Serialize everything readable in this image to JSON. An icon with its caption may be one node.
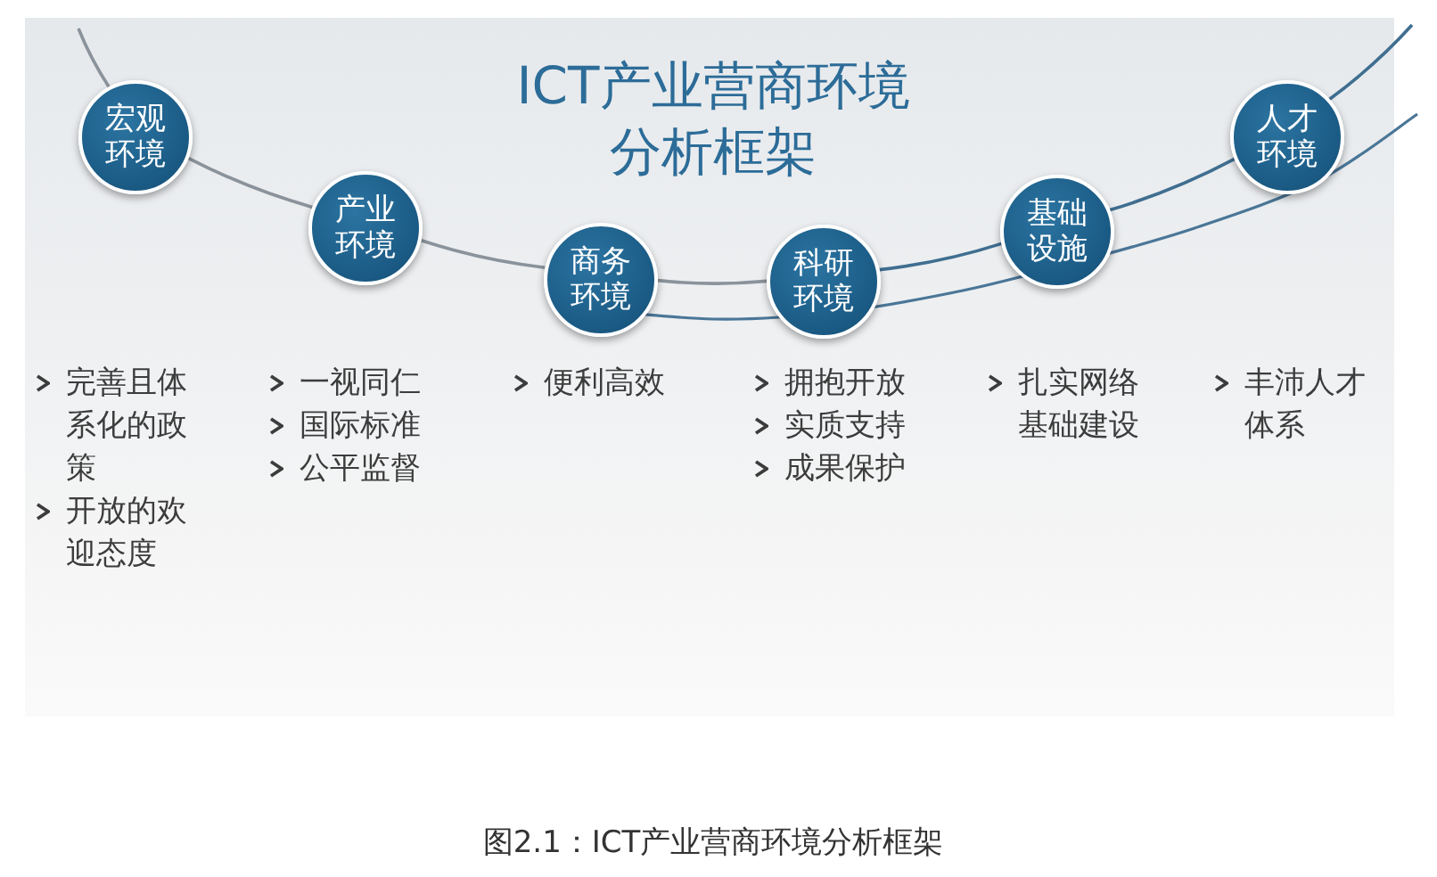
{
  "diagram": {
    "title": "ICT产业营商环境分析框架",
    "caption": "图2.1：ICT产业营商环境分析框架",
    "nodes": [
      {
        "text": [
          "宏观环境"
        ],
        "beside": [
          "完善且体系化的政策",
          "开放的欢迎态度"
        ]
      },
      {
        "text": [
          "产业环境"
        ],
        "beside": [
          "一视同仁",
          "国际标准",
          "公平监督"
        ]
      },
      {
        "text": [
          "商务环境"
        ],
        "beside": [
          "便利高效"
        ]
      },
      {
        "text": [
          "科研环境"
        ],
        "beside": [
          "拥抱开放",
          "实质支持",
          "成果保护"
        ]
      },
      {
        "text": [
          "基础设施"
        ],
        "beside": [
          "扎实网络基础建设"
        ]
      },
      {
        "text": [
          "人才环境"
        ]
      }
    ],
    "edges": [
      {
        "from": null,
        "to": 0,
        "arrow": "none"
      },
      {
        "from": 0,
        "to": 1,
        "arrow": "none"
      },
      {
        "from": 1,
        "to": 2,
        "arrow": "none"
      },
      {
        "from": 2,
        "to": 3,
        "arrow": "none"
      },
      {
        "from": 3,
        "to": 4,
        "arrow": "none",
        "color": "#3f6e90"
      },
      {
        "from": 4,
        "to": 5,
        "arrow": "none",
        "color": "#3f6e90"
      },
      {
        "from": 5,
        "to": null,
        "arrow": "none",
        "color": "#3f6e90"
      }
    ],
    "labels": [
      "丰沛人才体系"
    ]
  }
}
